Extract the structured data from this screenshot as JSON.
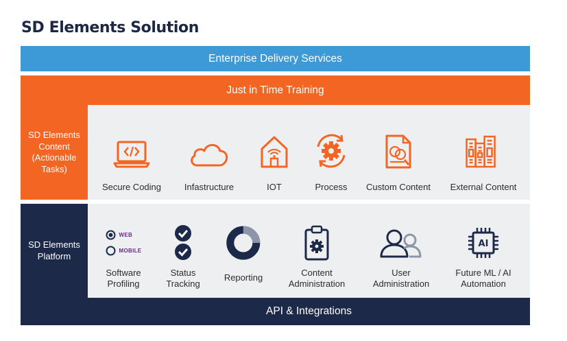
{
  "title": "SD Elements Solution",
  "top_bars": {
    "delivery": "Enterprise Delivery Services",
    "training": "Just in Time Training"
  },
  "content_section": {
    "label": "SD Elements Content (Actionable Tasks)",
    "items": [
      {
        "label": "Secure Coding",
        "icon": "laptop-code-icon"
      },
      {
        "label": "Infastructure",
        "icon": "cloud-icon"
      },
      {
        "label": "IOT",
        "icon": "smart-home-icon"
      },
      {
        "label": "Process",
        "icon": "gear-cycle-icon"
      },
      {
        "label": "Custom Content",
        "icon": "custom-document-icon"
      },
      {
        "label": "External Content",
        "icon": "books-icon"
      }
    ]
  },
  "platform_section": {
    "label": "SD Elements Platform",
    "radio_options": [
      "WEB",
      "MOBILE"
    ],
    "items": [
      {
        "label": "Software Profiling",
        "icon": "radio-options-icon"
      },
      {
        "label": "Status Tracking",
        "icon": "check-circles-icon"
      },
      {
        "label": "Reporting",
        "icon": "donut-chart-icon"
      },
      {
        "label": "Content Administration",
        "icon": "clipboard-gear-icon"
      },
      {
        "label": "User Administration",
        "icon": "users-icon"
      },
      {
        "label": "Future ML / AI Automation",
        "icon": "ai-chip-icon"
      }
    ]
  },
  "bottom_bar": "API & Integrations",
  "colors": {
    "blue": "#3d9ad6",
    "orange": "#f26522",
    "navy": "#1c2948",
    "panel": "#eeeff0"
  }
}
